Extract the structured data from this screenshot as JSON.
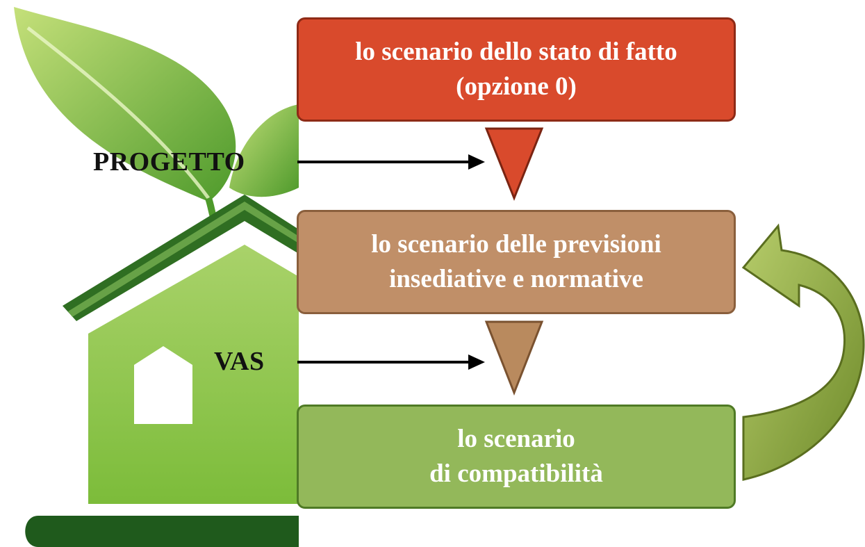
{
  "labels": {
    "progetto": "PROGETTO",
    "vas": "VAS"
  },
  "boxes": [
    {
      "line1": "lo scenario dello stato di fatto",
      "line2": "(opzione 0)",
      "color": "#d94a2c"
    },
    {
      "line1": "lo scenario delle previsioni",
      "line2": "insediative e normative",
      "color": "#c08f68"
    },
    {
      "line1": "lo scenario",
      "line2": "di compatibilità",
      "color": "#93b85a"
    }
  ],
  "icons": {
    "house": "eco-house-icon",
    "leaves": "leaf-icon",
    "arrow_down": "triangle-down-icon",
    "arrow_right": "arrow-right-icon",
    "feedback": "curved-arrow-icon"
  }
}
